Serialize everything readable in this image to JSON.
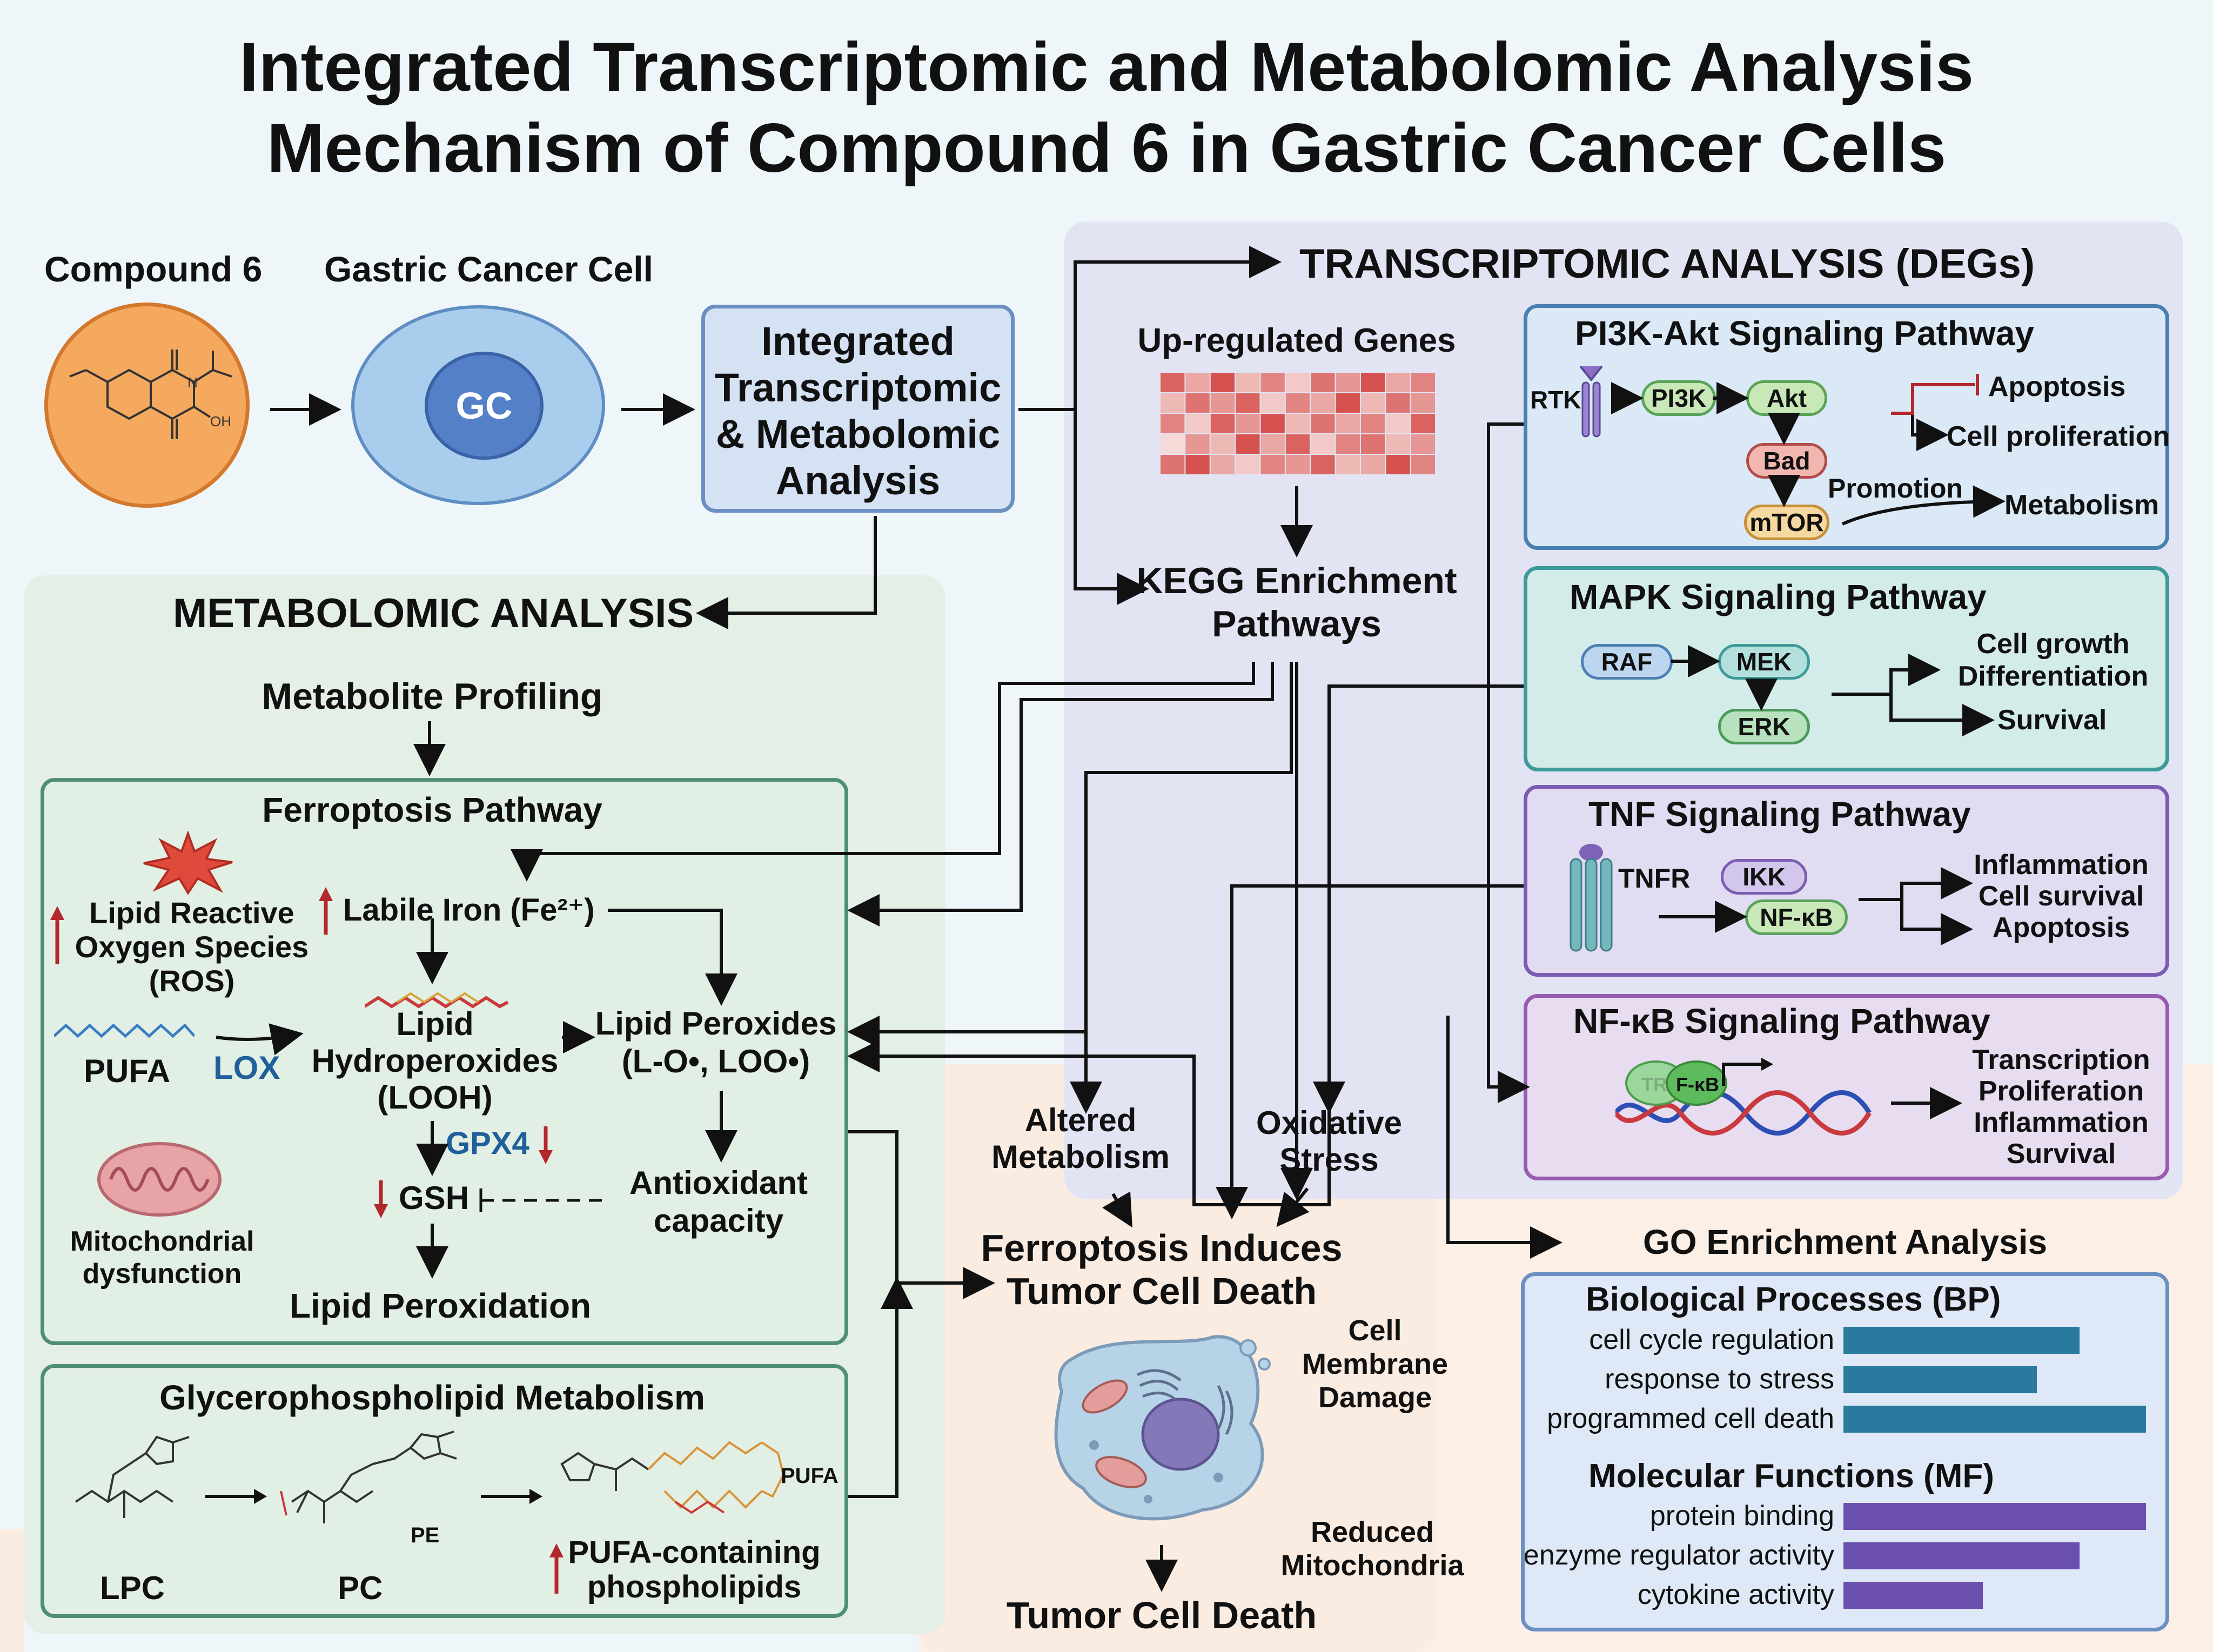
{
  "title": {
    "line1": "Integrated Transcriptomic and Metabolomic Analysis",
    "line2": "Mechanism of Compound 6 in Gastric Cancer Cells"
  },
  "top_flow": {
    "compound_label": "Compound 6",
    "cell_label": "Gastric Cancer Cell",
    "cell_nucleus": "GC",
    "compound_oh": "OH",
    "compound_n": "N",
    "integrated_box": [
      "Integrated",
      "Transcriptomic",
      "& Metabolomic",
      "Analysis"
    ]
  },
  "transcriptomic": {
    "heading": "TRANSCRIPTOMIC ANALYSIS (DEGs)",
    "upregulated": "Up-regulated Genes",
    "kegg": [
      "KEGG Enrichment",
      "Pathways"
    ],
    "heatmap": [
      [
        0.8,
        0.4,
        0.9,
        0.3,
        0.6,
        0.2,
        0.7,
        0.5,
        0.9,
        0.4,
        0.6
      ],
      [
        0.3,
        0.7,
        0.5,
        0.8,
        0.2,
        0.6,
        0.4,
        0.9,
        0.3,
        0.7,
        0.5
      ],
      [
        0.6,
        0.2,
        0.8,
        0.5,
        0.9,
        0.3,
        0.7,
        0.4,
        0.6,
        0.2,
        0.8
      ],
      [
        0.1,
        0.5,
        0.3,
        0.9,
        0.4,
        0.8,
        0.2,
        0.6,
        0.7,
        0.3,
        0.5
      ],
      [
        0.7,
        0.9,
        0.4,
        0.2,
        0.6,
        0.5,
        0.8,
        0.3,
        0.4,
        0.9,
        0.6
      ]
    ]
  },
  "pathways": {
    "pi3k": {
      "title": "PI3K-Akt Signaling Pathway",
      "rtk": "RTK",
      "pi3k": "PI3K",
      "akt": "Akt",
      "bad": "Bad",
      "mtor": "mTOR",
      "apoptosis": "Apoptosis",
      "proliferation": "Cell proliferation",
      "promotion": "Promotion",
      "metabolism": "Metabolism"
    },
    "mapk": {
      "title": "MAPK Signaling Pathway",
      "raf": "RAF",
      "mek": "MEK",
      "erk": "ERK",
      "growth": "Cell growth",
      "differentiation": "Differentiation",
      "survival": "Survival"
    },
    "tnf": {
      "title": "TNF Signaling Pathway",
      "tnfr": "TNFR",
      "ikk": "IKK",
      "nfkb": "NF-κB",
      "inflammation": "Inflammation",
      "cell_survival": "Cell survival",
      "apoptosis": "Apoptosis"
    },
    "nfkb": {
      "title": "NF-κB Signaling Pathway",
      "tr": "TR",
      "fkb": "F-κB",
      "outcomes": [
        "Transcription",
        "Proliferation",
        "Inflammation",
        "Survival"
      ]
    }
  },
  "metabolomic": {
    "heading": "METABOLOMIC ANALYSIS",
    "profiling": "Metabolite Profiling",
    "ferroptosis": {
      "title": "Ferroptosis Pathway",
      "ros": [
        "Lipid Reactive",
        "Oxygen Species",
        "(ROS)"
      ],
      "labile_iron": "Labile Iron (Fe²⁺)",
      "pufa": "PUFA",
      "lox": "LOX",
      "looh": [
        "Lipid",
        "Hydroperoxides",
        "(LOOH)"
      ],
      "peroxides": [
        "Lipid Peroxides",
        "(L-O•, LOO•)"
      ],
      "gpx4": "GPX4",
      "gsh": "GSH",
      "antioxidant": [
        "Antioxidant",
        "capacity"
      ],
      "mito": [
        "Mitochondrial",
        "dysfunction"
      ],
      "lipid_perox": "Lipid Peroxidation"
    },
    "glycero": {
      "title": "Glycerophospholipid Metabolism",
      "lpc": "LPC",
      "pc": "PC",
      "pe": "PE",
      "pufa": "PUFA",
      "pufa_pl": [
        "PUFA-containing",
        "phospholipids"
      ]
    }
  },
  "outcome": {
    "altered": [
      "Altered",
      "Metabolism"
    ],
    "oxidative": [
      "Oxidative",
      "Stress"
    ],
    "ferroptosis_death": [
      "Ferroptosis Induces",
      "Tumor Cell Death"
    ],
    "membrane": [
      "Cell",
      "Membrane",
      "Damage"
    ],
    "mito": [
      "Reduced",
      "Mitochondria"
    ],
    "final": "Tumor Cell Death"
  },
  "go": {
    "heading": "GO Enrichment Analysis",
    "bp_title": "Biological Processes (BP)",
    "bp": [
      {
        "label": "cell cycle regulation",
        "value": 0.78
      },
      {
        "label": "response to stress",
        "value": 0.64
      },
      {
        "label": "programmed cell death",
        "value": 1.0
      }
    ],
    "mf_title": "Molecular Functions (MF)",
    "mf": [
      {
        "label": "protein binding",
        "value": 1.0
      },
      {
        "label": "enzyme regulator activity",
        "value": 0.78
      },
      {
        "label": "cytokine activity",
        "value": 0.46
      }
    ],
    "bp_color": "#2a7aa0",
    "mf_color": "#6a4fae"
  },
  "colors": {
    "transcript_bg": "#e0e3f4",
    "metab_bg": "#e3eee4",
    "outcome_bg": "#fbeee4",
    "up_arrow": "#b3282d",
    "lox": "#1f5f9a"
  }
}
